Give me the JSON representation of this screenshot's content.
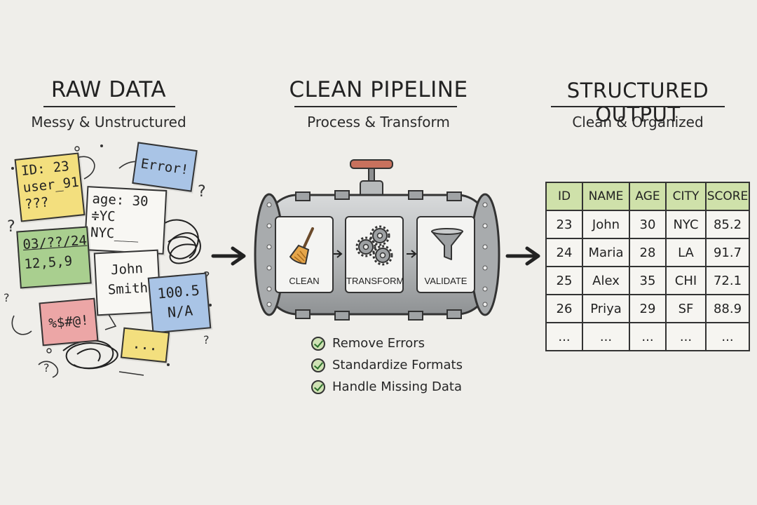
{
  "raw": {
    "title": "RAW DATA",
    "subtitle": "Messy & Unstructured",
    "notes": {
      "id_note": [
        "ID: 23",
        "user_91",
        "???"
      ],
      "error_note": "Error!",
      "age_note": [
        "age: 30",
        "≑YC",
        "NYC___"
      ],
      "date_note": [
        "03/??/24",
        "12,5,9"
      ],
      "name_note": [
        "John",
        "Smith"
      ],
      "value_note": [
        "100.5",
        "N/A"
      ],
      "symbol_note": "%$#@!",
      "ellipsis_note": "..."
    }
  },
  "pipeline": {
    "title": "CLEAN PIPELINE",
    "subtitle": "Process & Transform",
    "stages": [
      "CLEAN",
      "TRANSFORM",
      "VALIDATE"
    ],
    "checklist": [
      "Remove Errors",
      "Standardize Formats",
      "Handle Missing Data"
    ]
  },
  "output": {
    "title": "STRUCTURED OUTPUT",
    "subtitle": "Clean & Organized",
    "headers": [
      "ID",
      "NAME",
      "AGE",
      "CITY",
      "SCORE"
    ],
    "rows": [
      [
        "23",
        "John",
        "30",
        "NYC",
        "85.2"
      ],
      [
        "24",
        "Maria",
        "28",
        "LA",
        "91.7"
      ],
      [
        "25",
        "Alex",
        "35",
        "CHI",
        "72.1"
      ],
      [
        "26",
        "Priya",
        "29",
        "SF",
        "88.9"
      ],
      [
        "...",
        "...",
        "...",
        "...",
        "..."
      ]
    ]
  },
  "colors": {
    "yellow_note": "#f3df7e",
    "blue_note": "#a9c4e6",
    "green_note": "#a9cf8f",
    "pink_note": "#eca6a6",
    "header_green": "#cfe1aa",
    "pipe_metal": "#b9bcbd",
    "valve_red": "#c8715d"
  }
}
